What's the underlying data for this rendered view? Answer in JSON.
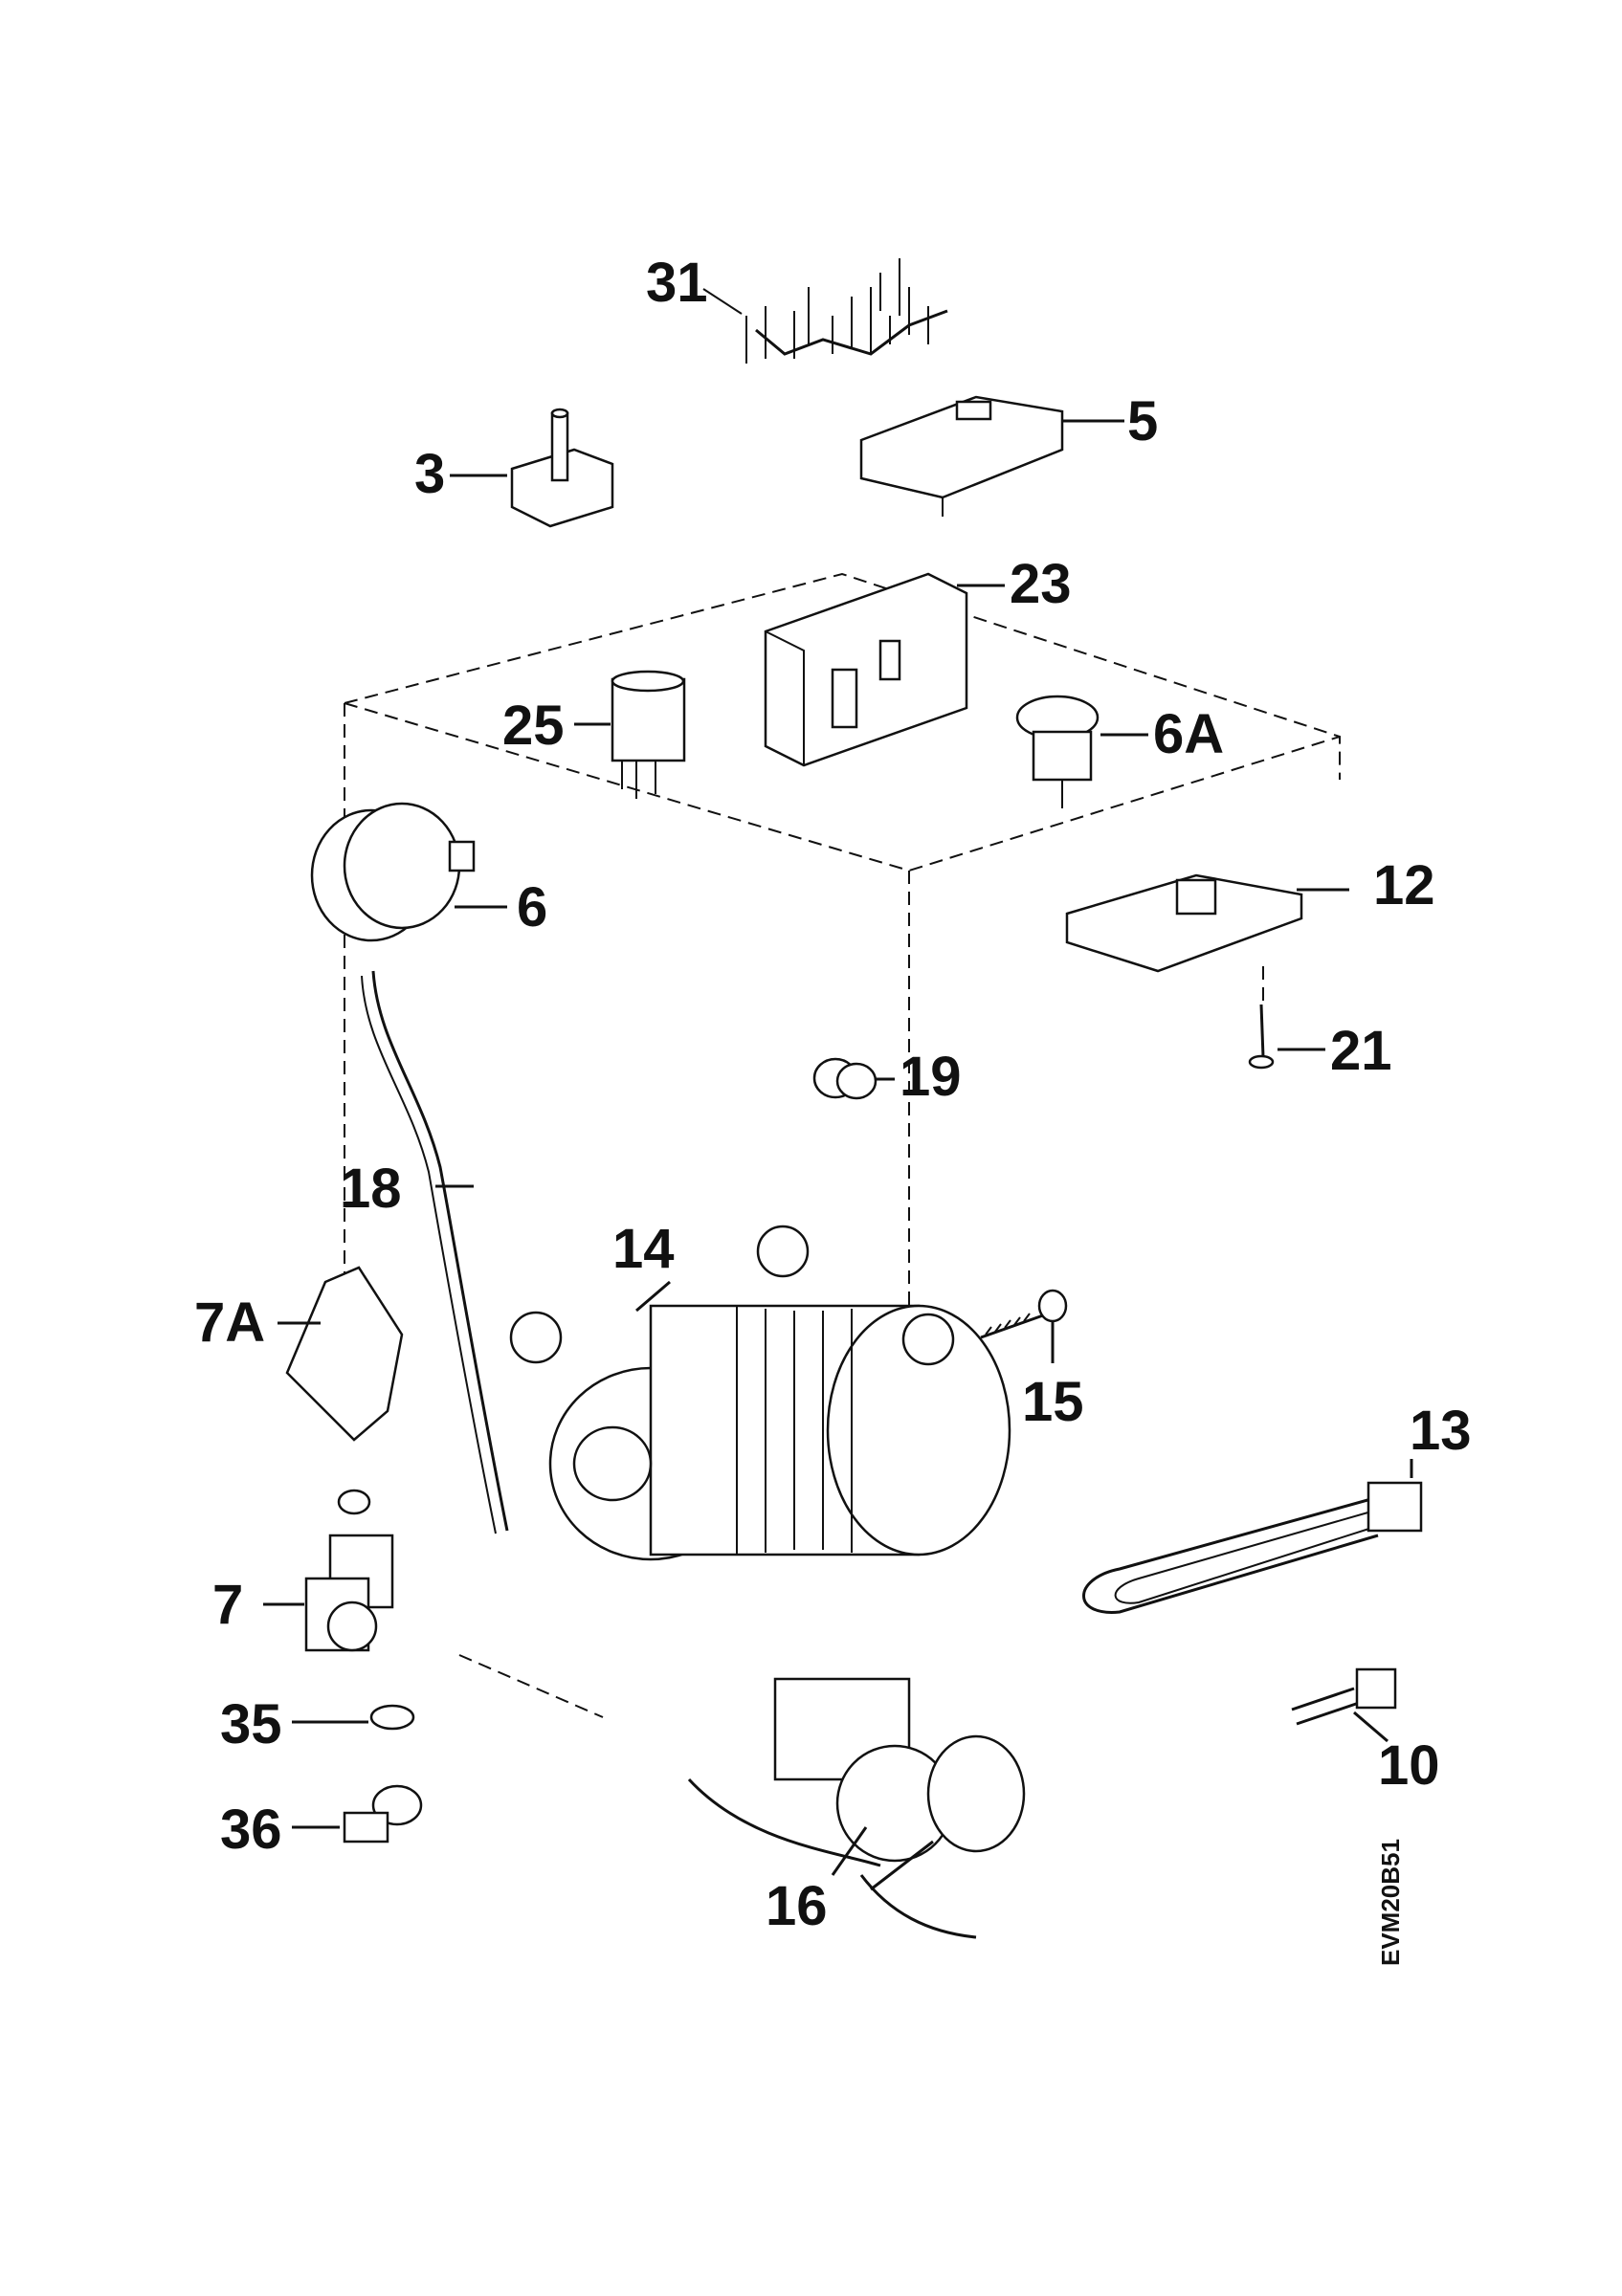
{
  "diagram_code": "EVM20B51",
  "part_labels": [
    {
      "id": "p31",
      "text": "31"
    },
    {
      "id": "p5",
      "text": "5"
    },
    {
      "id": "p3",
      "text": "3"
    },
    {
      "id": "p23",
      "text": "23"
    },
    {
      "id": "p25",
      "text": "25"
    },
    {
      "id": "p6A",
      "text": "6A"
    },
    {
      "id": "p6",
      "text": "6"
    },
    {
      "id": "p12",
      "text": "12"
    },
    {
      "id": "p21",
      "text": "21"
    },
    {
      "id": "p19",
      "text": "19"
    },
    {
      "id": "p18",
      "text": "18"
    },
    {
      "id": "p14",
      "text": "14"
    },
    {
      "id": "p7A",
      "text": "7A"
    },
    {
      "id": "p15",
      "text": "15"
    },
    {
      "id": "p13",
      "text": "13"
    },
    {
      "id": "p7",
      "text": "7"
    },
    {
      "id": "p35",
      "text": "35"
    },
    {
      "id": "p10",
      "text": "10"
    },
    {
      "id": "p36",
      "text": "36"
    },
    {
      "id": "p16",
      "text": "16"
    }
  ]
}
